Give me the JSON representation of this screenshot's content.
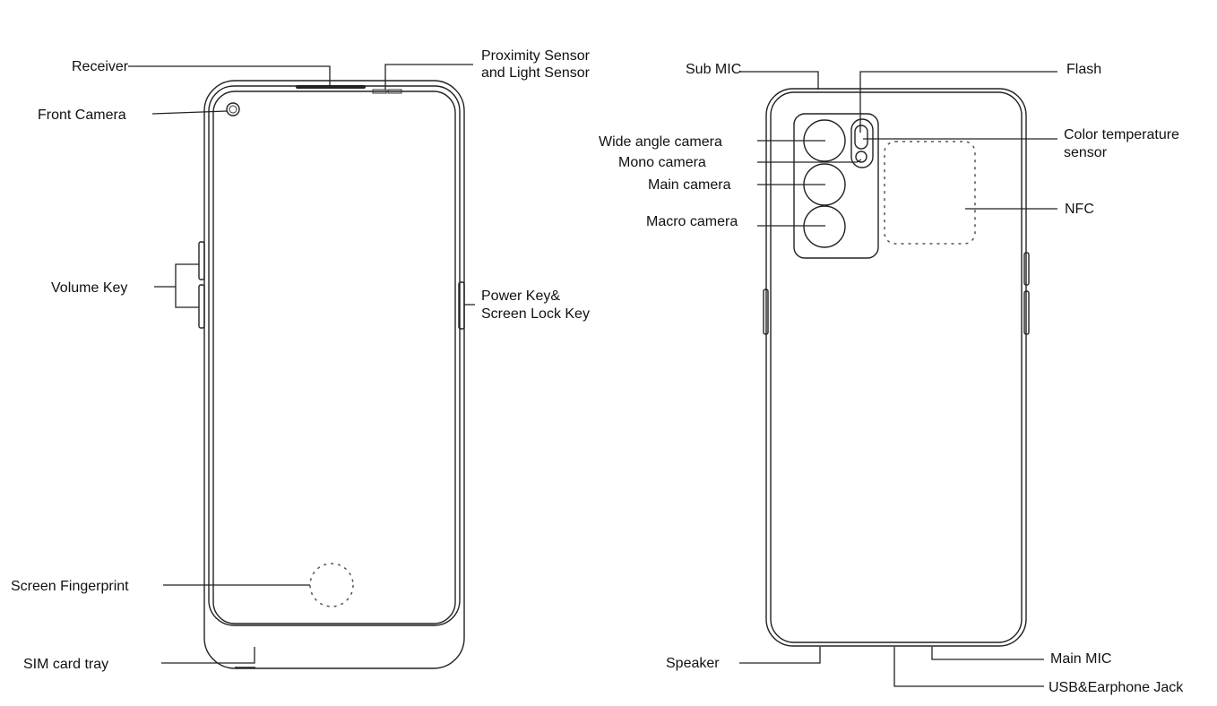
{
  "front_labels": {
    "receiver": "Receiver",
    "proximity_line1": "Proximity Sensor",
    "proximity_line2": "and Light Sensor",
    "front_camera": "Front Camera",
    "volume_key": "Volume Key",
    "power_line1": "Power Key&",
    "power_line2": "Screen Lock Key",
    "fingerprint": "Screen Fingerprint",
    "sim_tray": "SIM card tray"
  },
  "back_labels": {
    "sub_mic": "Sub MIC",
    "flash": "Flash",
    "wide_angle": "Wide angle camera",
    "mono": "Mono camera",
    "main_camera": "Main camera",
    "macro": "Macro camera",
    "color_temp_line1": "Color temperature",
    "color_temp_line2": "sensor",
    "nfc": "NFC",
    "speaker": "Speaker",
    "main_mic": "Main MIC",
    "usb": "USB&Earphone Jack"
  }
}
